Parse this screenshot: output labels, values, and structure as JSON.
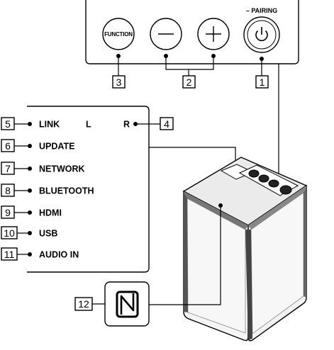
{
  "buttons": {
    "function_label": "FUNCTION",
    "minus_glyph": "—",
    "plus_glyph": "+",
    "pairing_label": "– PAIRING"
  },
  "indicators": {
    "link": "LINK",
    "left": "L",
    "right": "R",
    "update": "UPDATE",
    "network": "NETWORK",
    "bluetooth": "BLUETOOTH",
    "hdmi": "HDMI",
    "usb": "USB",
    "audio_in": "AUDIO IN"
  },
  "callouts": {
    "c1": "1",
    "c2": "2",
    "c3": "3",
    "c4": "4",
    "c5": "5",
    "c6": "6",
    "c7": "7",
    "c8": "8",
    "c9": "9",
    "c10": "10",
    "c11": "11",
    "c12": "12"
  },
  "icons": {
    "power": "power-icon",
    "nfc": "nfc-n-mark-icon"
  },
  "colors": {
    "line": "#000000",
    "speaker_top": "#e9e9e9",
    "speaker_side": "#f4f4f4",
    "speaker_dark": "#555555"
  }
}
